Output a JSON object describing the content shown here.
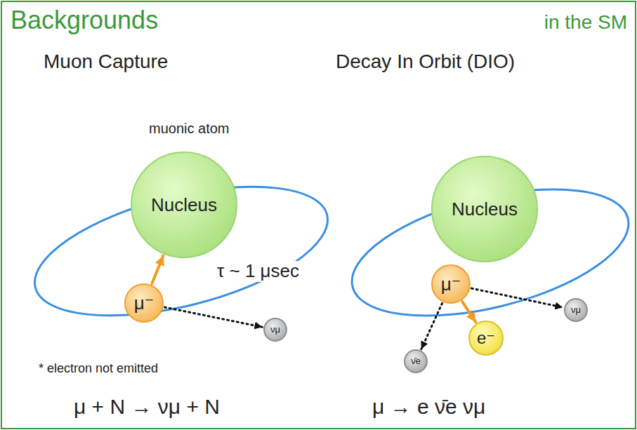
{
  "diagram": {
    "title": "Backgrounds",
    "nodes": [
      {
        "text": [
          "Nucleus"
        ]
      },
      {
        "text": [
          "μ⁻"
        ]
      },
      {
        "text": [
          "νμ"
        ]
      },
      {
        "text": [
          "Nucleus"
        ]
      },
      {
        "text": [
          "μ⁻"
        ]
      },
      {
        "text": [
          "νμ"
        ]
      },
      {
        "text": [
          "ν̄e"
        ]
      },
      {
        "text": [
          "e⁻"
        ]
      }
    ],
    "edges": [
      {
        "from": 1,
        "to": 0,
        "arrow": "to"
      },
      {
        "from": 1,
        "to": 2,
        "arrow": "to"
      },
      {
        "from": 4,
        "to": 5,
        "arrow": "to"
      },
      {
        "from": 4,
        "to": 6,
        "arrow": "to"
      },
      {
        "from": 4,
        "to": 7,
        "arrow": "to"
      }
    ],
    "labels": [
      "in the SM",
      "Muon Capture",
      "Decay In Orbit (DIO)",
      "muonic atom",
      "τ ~ 1 μsec",
      "* electron not emitted",
      "μ + N → νμ + N",
      "μ → e ν̄e νμ"
    ]
  }
}
